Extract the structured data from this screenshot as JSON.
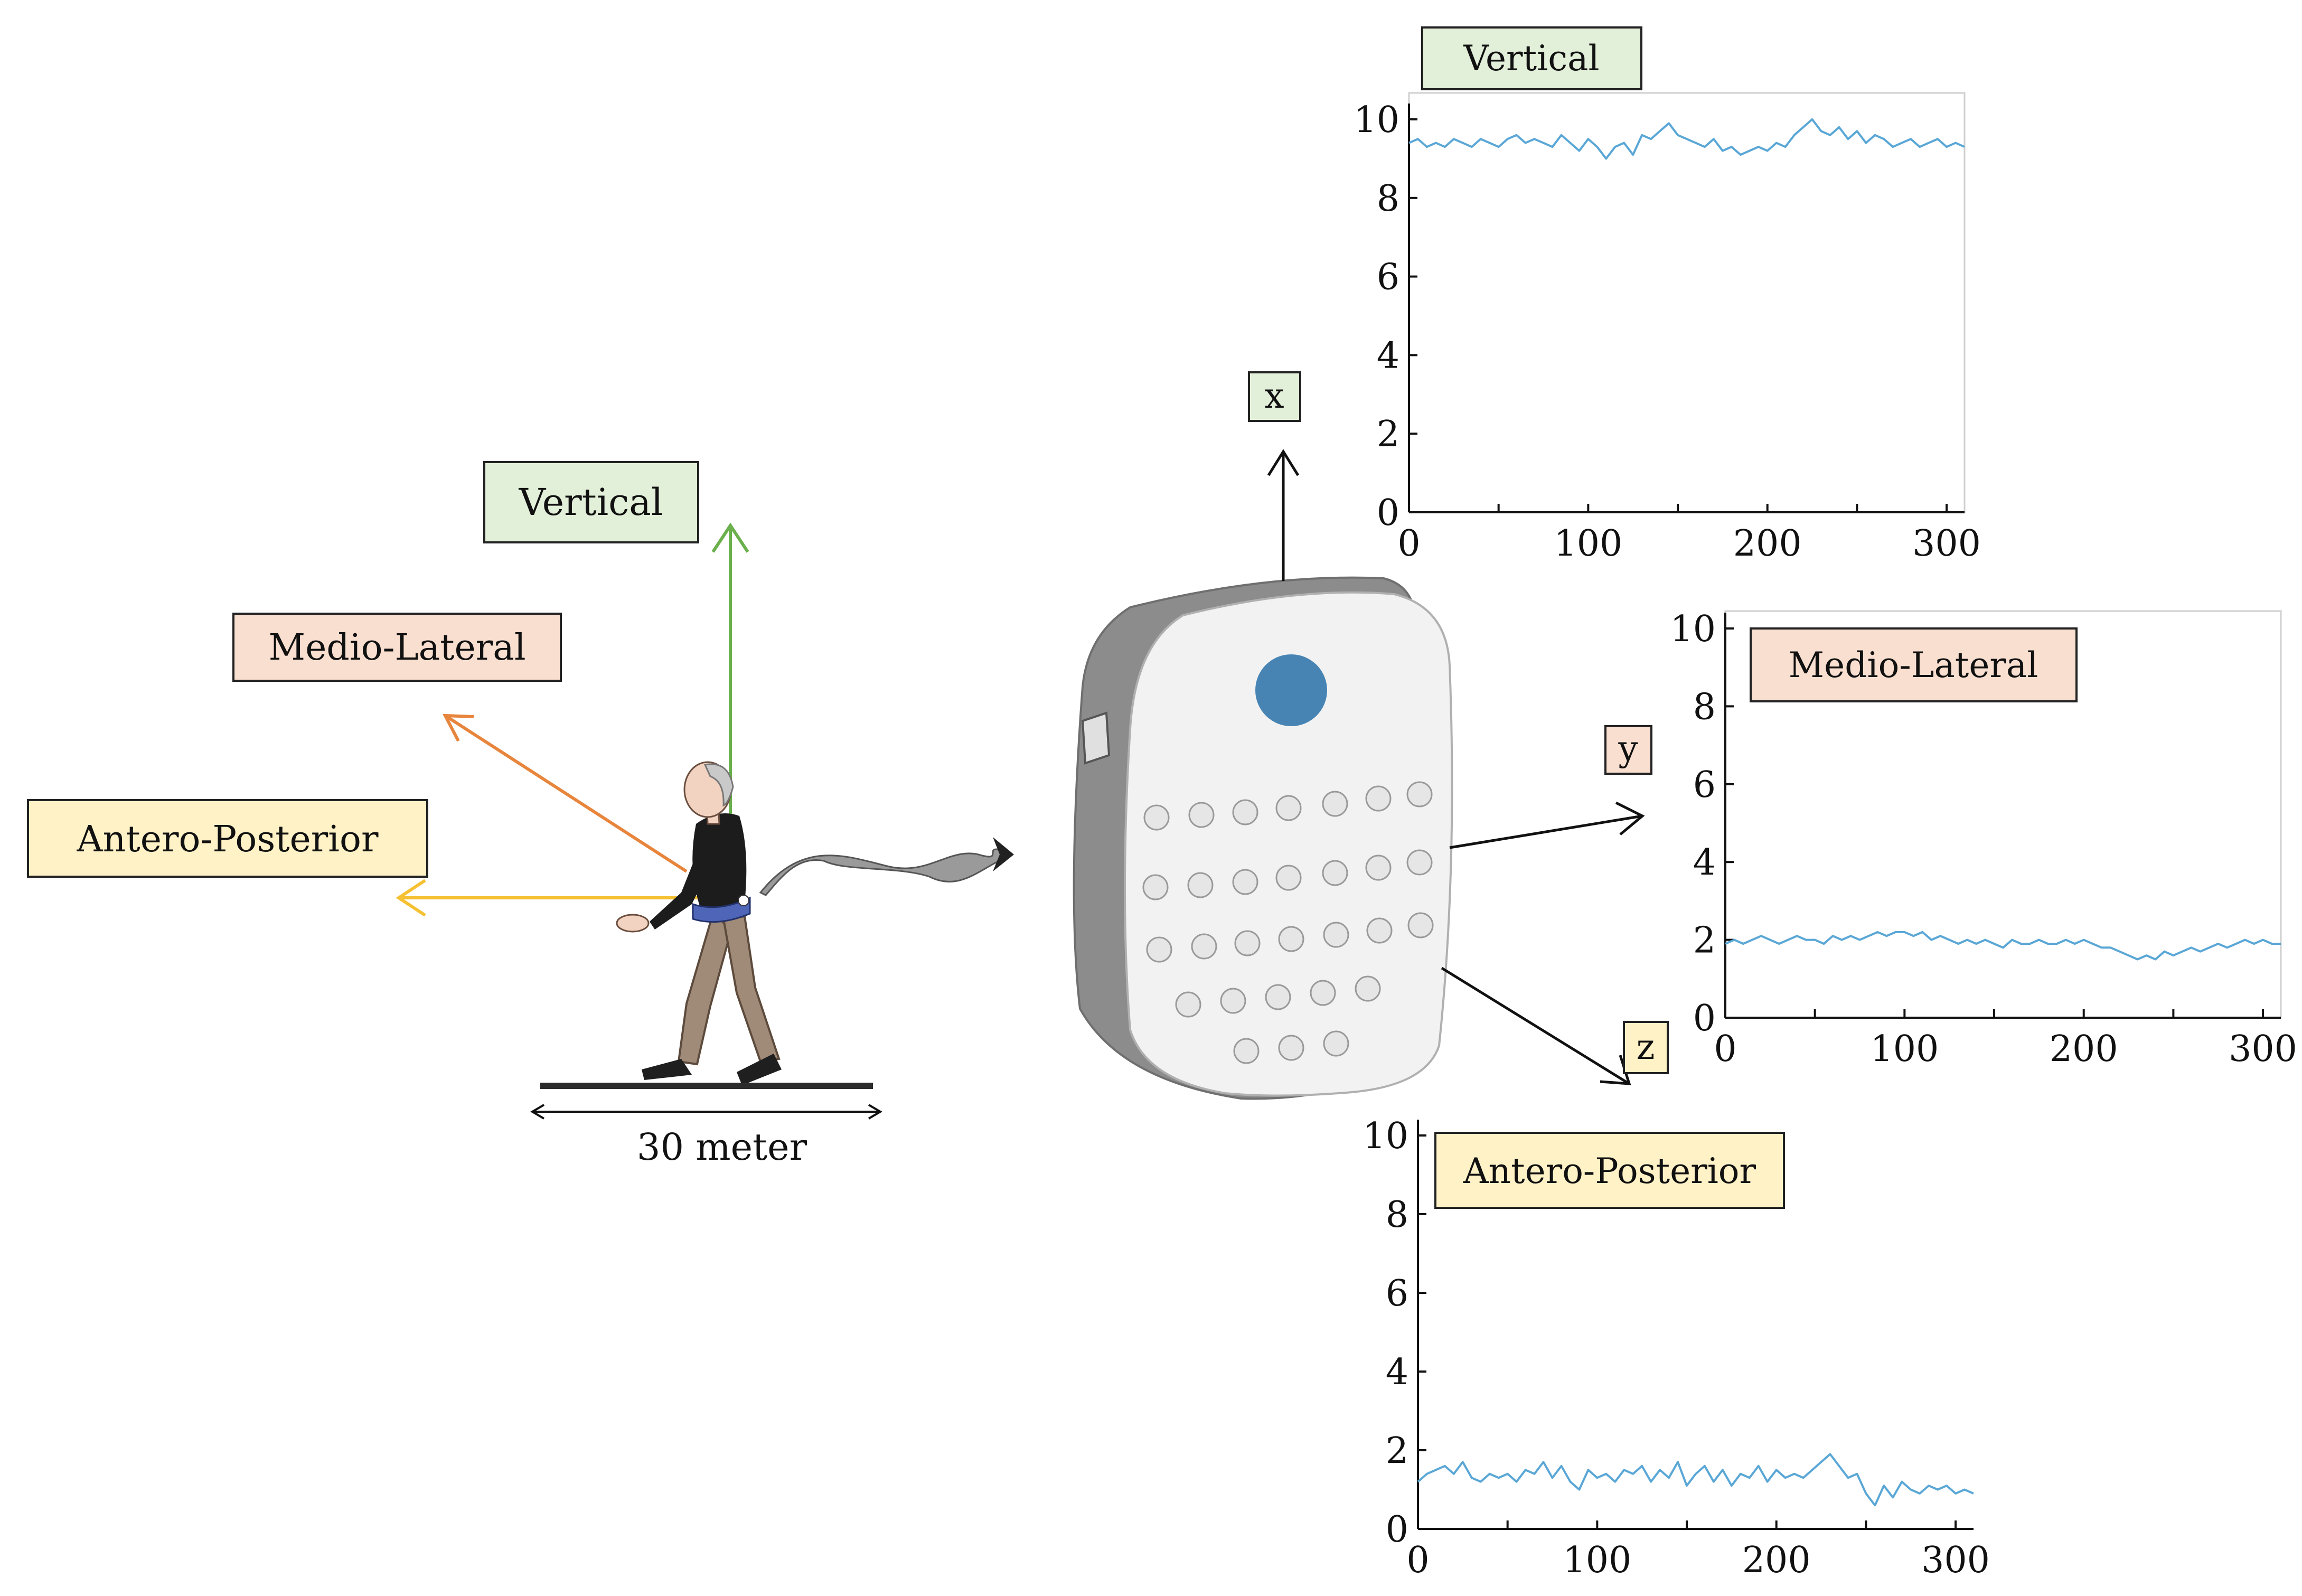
{
  "colors": {
    "vertical_fill": "#e3f0d9",
    "medio_fill": "#f9dfd0",
    "antero_fill": "#fff2c7",
    "vertical_arrow": "#6ab04c",
    "medio_arrow": "#e8853d",
    "antero_arrow": "#f5c132",
    "signal": "#5aa7d6",
    "sensor_button": "#4784b4",
    "sensor_body": "#f2f2f2",
    "sensor_edge": "#8c8c8c"
  },
  "left_axes": {
    "vertical": "Vertical",
    "medio_lateral": "Medio-Lateral",
    "antero_posterior": "Antero-Posterior"
  },
  "walkway_label": "30 meter",
  "sensor_axes": {
    "x": "x",
    "y": "y",
    "z": "z"
  },
  "chart_data": [
    {
      "type": "line",
      "title": "Vertical",
      "xlim": [
        0,
        310
      ],
      "ylim": [
        0,
        10
      ],
      "xticks": [
        0,
        100,
        200,
        300
      ],
      "yticks": [
        0,
        2,
        4,
        6,
        8,
        10
      ],
      "series": [
        {
          "x": [
            0,
            5,
            10,
            15,
            20,
            25,
            30,
            35,
            40,
            45,
            50,
            55,
            60,
            65,
            70,
            75,
            80,
            85,
            90,
            95,
            100,
            105,
            110,
            115,
            120,
            125,
            130,
            135,
            140,
            145,
            150,
            155,
            160,
            165,
            170,
            175,
            180,
            185,
            190,
            195,
            200,
            205,
            210,
            215,
            220,
            225,
            230,
            235,
            240,
            245,
            250,
            255,
            260,
            265,
            270,
            275,
            280,
            285,
            290,
            295,
            300,
            305,
            310
          ],
          "y": [
            9.4,
            9.5,
            9.3,
            9.4,
            9.3,
            9.5,
            9.4,
            9.3,
            9.5,
            9.4,
            9.3,
            9.5,
            9.6,
            9.4,
            9.5,
            9.4,
            9.3,
            9.6,
            9.4,
            9.2,
            9.5,
            9.3,
            9.0,
            9.3,
            9.4,
            9.1,
            9.6,
            9.5,
            9.7,
            9.9,
            9.6,
            9.5,
            9.4,
            9.3,
            9.5,
            9.2,
            9.3,
            9.1,
            9.2,
            9.3,
            9.2,
            9.4,
            9.3,
            9.6,
            9.8,
            10.0,
            9.7,
            9.6,
            9.8,
            9.5,
            9.7,
            9.4,
            9.6,
            9.5,
            9.3,
            9.4,
            9.5,
            9.3,
            9.4,
            9.5,
            9.3,
            9.4,
            9.3
          ]
        }
      ]
    },
    {
      "type": "line",
      "title": "Medio-Lateral",
      "xlim": [
        0,
        310
      ],
      "ylim": [
        0,
        10
      ],
      "xticks": [
        0,
        100,
        200,
        300
      ],
      "yticks": [
        0,
        2,
        4,
        6,
        8,
        10
      ],
      "series": [
        {
          "x": [
            0,
            5,
            10,
            15,
            20,
            25,
            30,
            35,
            40,
            45,
            50,
            55,
            60,
            65,
            70,
            75,
            80,
            85,
            90,
            95,
            100,
            105,
            110,
            115,
            120,
            125,
            130,
            135,
            140,
            145,
            150,
            155,
            160,
            165,
            170,
            175,
            180,
            185,
            190,
            195,
            200,
            205,
            210,
            215,
            220,
            225,
            230,
            235,
            240,
            245,
            250,
            255,
            260,
            265,
            270,
            275,
            280,
            285,
            290,
            295,
            300,
            305,
            310
          ],
          "y": [
            1.9,
            2.0,
            1.9,
            2.0,
            2.1,
            2.0,
            1.9,
            2.0,
            2.1,
            2.0,
            2.0,
            1.9,
            2.1,
            2.0,
            2.1,
            2.0,
            2.1,
            2.2,
            2.1,
            2.2,
            2.2,
            2.1,
            2.2,
            2.0,
            2.1,
            2.0,
            1.9,
            2.0,
            1.9,
            2.0,
            1.9,
            1.8,
            2.0,
            1.9,
            1.9,
            2.0,
            1.9,
            1.9,
            2.0,
            1.9,
            2.0,
            1.9,
            1.8,
            1.8,
            1.7,
            1.6,
            1.5,
            1.6,
            1.5,
            1.7,
            1.6,
            1.7,
            1.8,
            1.7,
            1.8,
            1.9,
            1.8,
            1.9,
            2.0,
            1.9,
            2.0,
            1.9,
            1.9
          ]
        }
      ]
    },
    {
      "type": "line",
      "title": "Antero-Posterior",
      "xlim": [
        0,
        310
      ],
      "ylim": [
        0,
        10
      ],
      "xticks": [
        0,
        100,
        200,
        300
      ],
      "yticks": [
        0,
        2,
        4,
        6,
        8,
        10
      ],
      "series": [
        {
          "x": [
            0,
            5,
            10,
            15,
            20,
            25,
            30,
            35,
            40,
            45,
            50,
            55,
            60,
            65,
            70,
            75,
            80,
            85,
            90,
            95,
            100,
            105,
            110,
            115,
            120,
            125,
            130,
            135,
            140,
            145,
            150,
            155,
            160,
            165,
            170,
            175,
            180,
            185,
            190,
            195,
            200,
            205,
            210,
            215,
            220,
            225,
            230,
            235,
            240,
            245,
            250,
            255,
            260,
            265,
            270,
            275,
            280,
            285,
            290,
            295,
            300,
            305,
            310
          ],
          "y": [
            1.2,
            1.4,
            1.5,
            1.6,
            1.4,
            1.7,
            1.3,
            1.2,
            1.4,
            1.3,
            1.4,
            1.2,
            1.5,
            1.4,
            1.7,
            1.3,
            1.6,
            1.2,
            1.0,
            1.5,
            1.3,
            1.4,
            1.2,
            1.5,
            1.4,
            1.6,
            1.2,
            1.5,
            1.3,
            1.7,
            1.1,
            1.4,
            1.6,
            1.2,
            1.5,
            1.1,
            1.4,
            1.3,
            1.6,
            1.2,
            1.5,
            1.3,
            1.4,
            1.3,
            1.5,
            1.7,
            1.9,
            1.6,
            1.3,
            1.4,
            0.9,
            0.6,
            1.1,
            0.8,
            1.2,
            1.0,
            0.9,
            1.1,
            1.0,
            1.1,
            0.9,
            1.0,
            0.9
          ]
        }
      ]
    }
  ]
}
